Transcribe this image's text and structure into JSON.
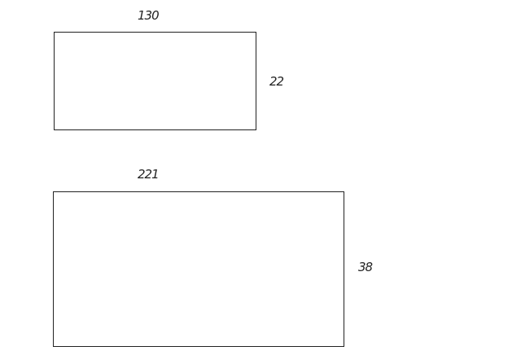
{
  "rectangles": [
    {
      "width_label": "130",
      "height_label": "22"
    },
    {
      "width_label": "221",
      "height_label": "38"
    }
  ],
  "colors": {
    "stroke": "#222222",
    "background": "#ffffff"
  }
}
